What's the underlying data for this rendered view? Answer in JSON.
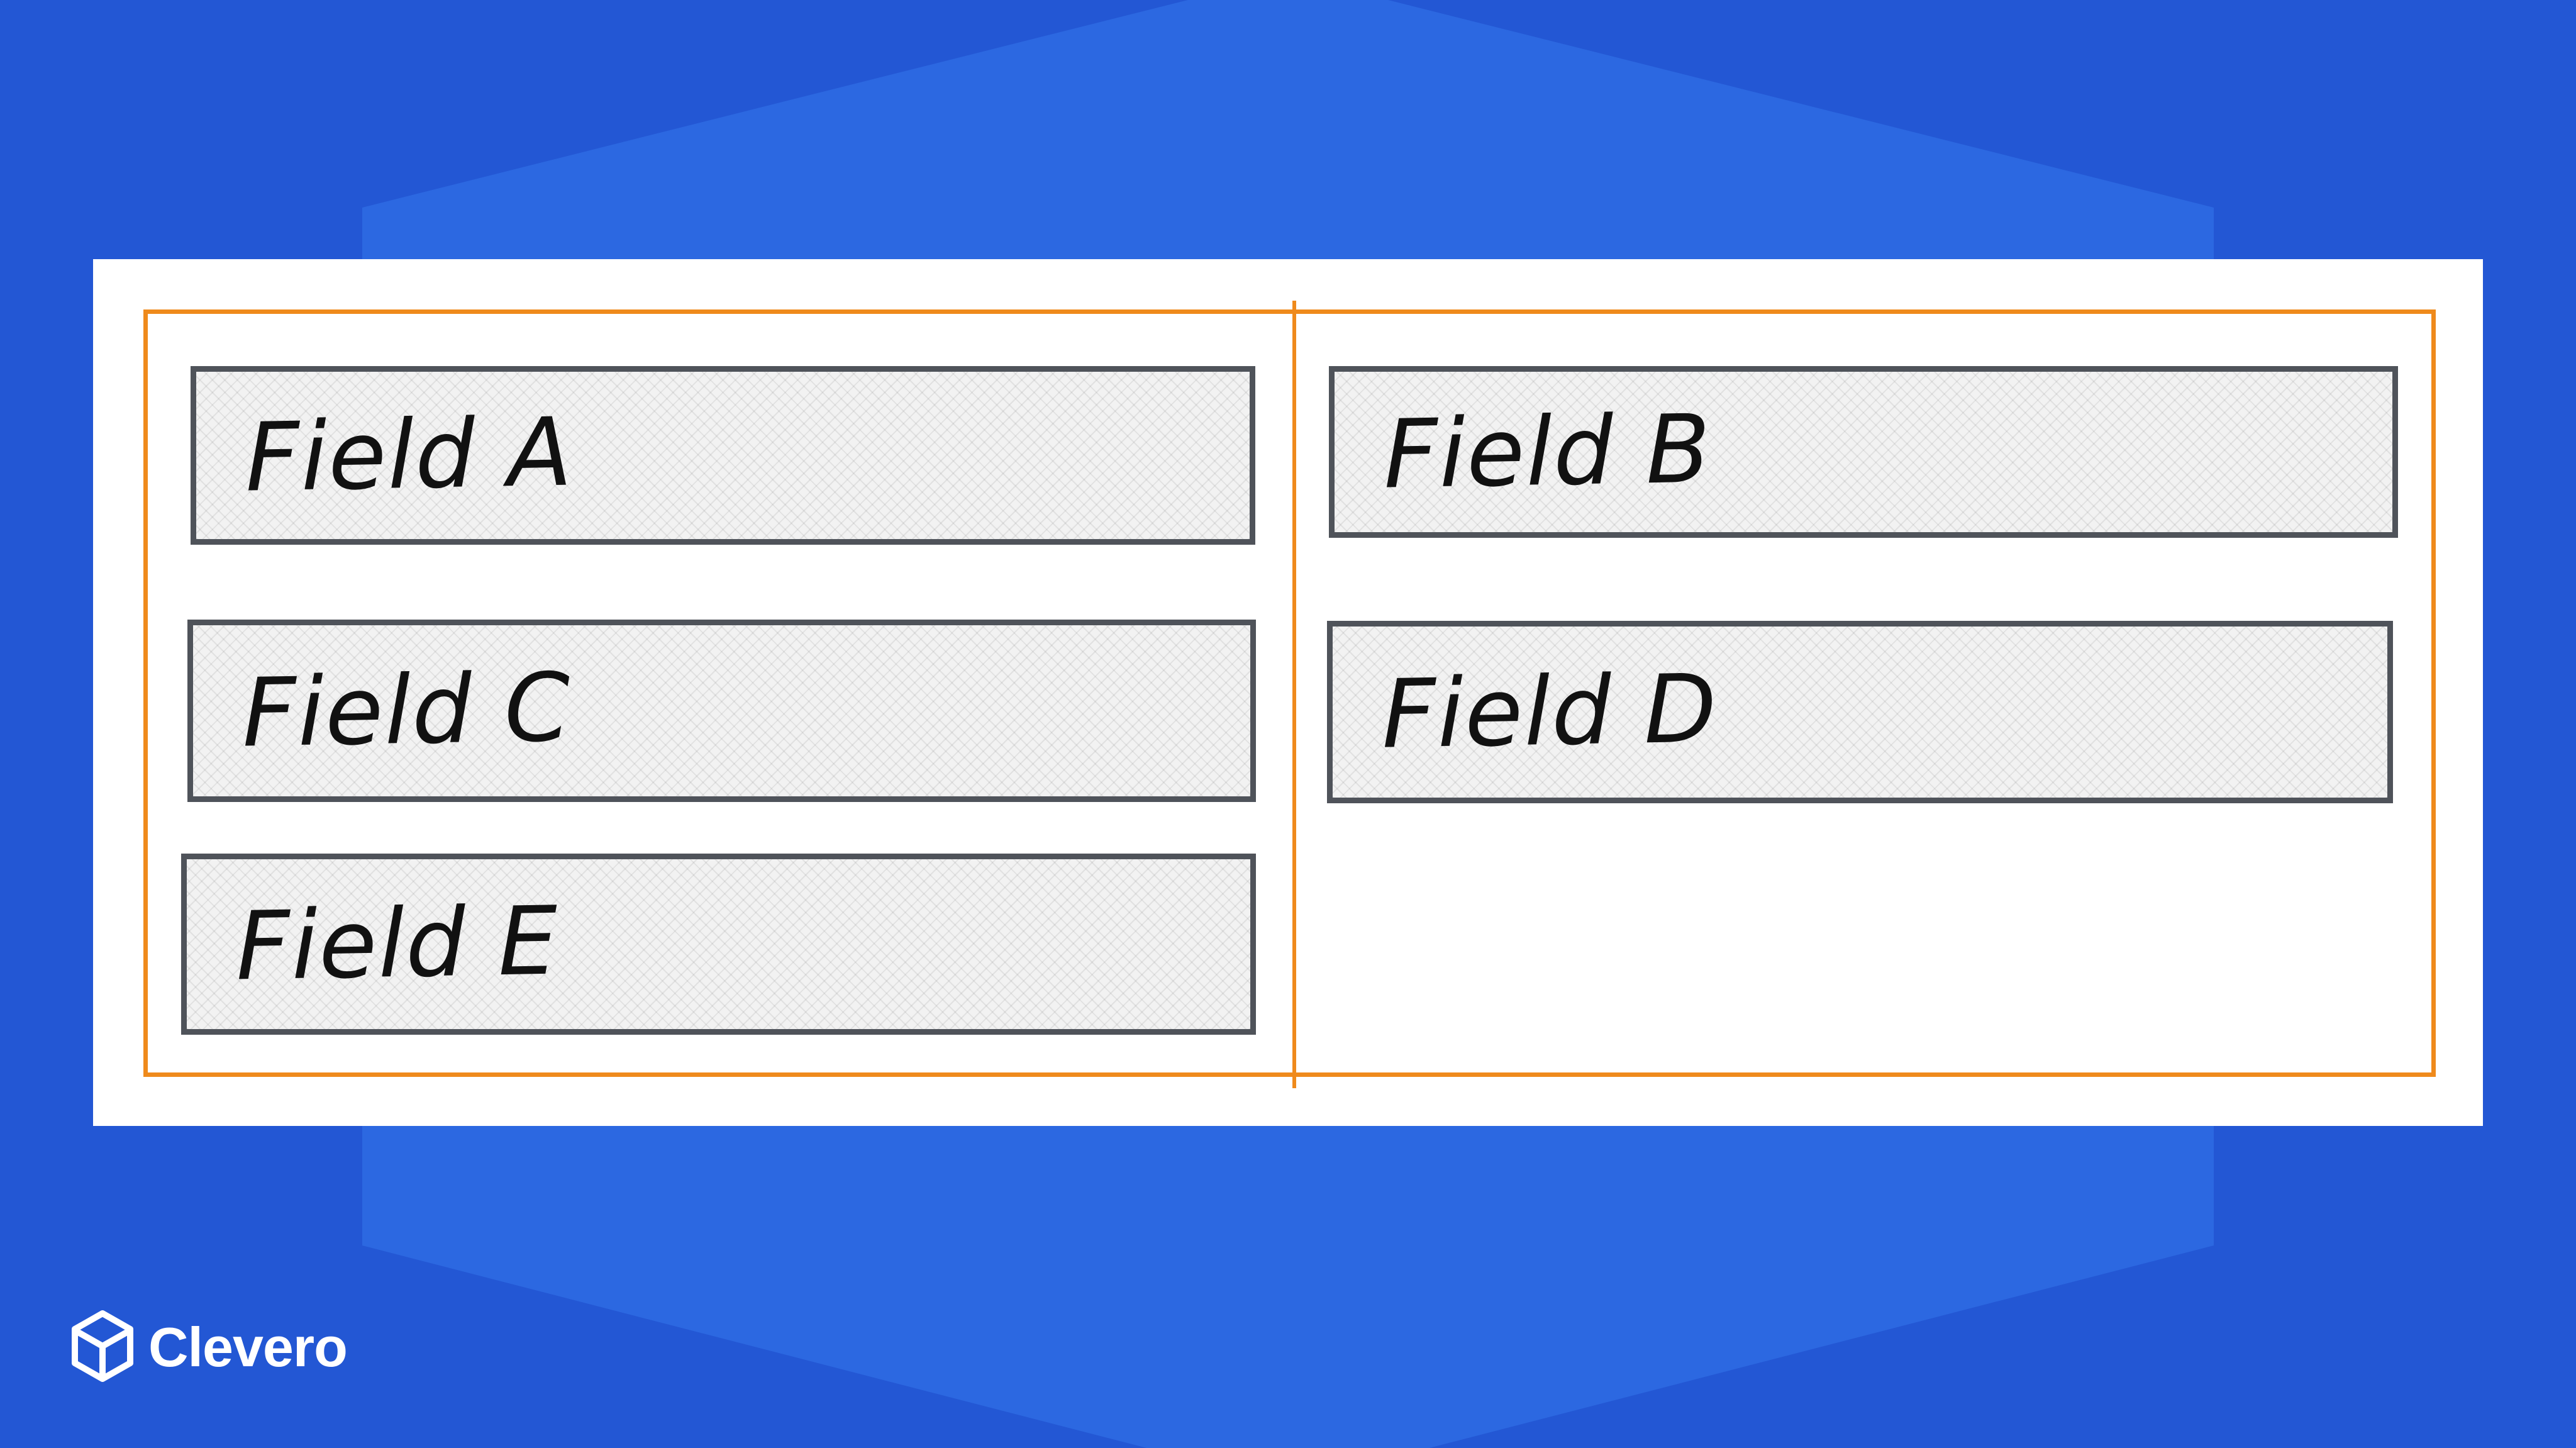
{
  "colors": {
    "background": "#2357d4",
    "panel": "#ffffff",
    "frame_border": "#ef8a1c",
    "field_border": "#4f535a"
  },
  "fields": [
    {
      "label": "Field A"
    },
    {
      "label": "Field B"
    },
    {
      "label": "Field C"
    },
    {
      "label": "Field D"
    },
    {
      "label": "Field E"
    }
  ],
  "brand": {
    "name": "Clevero",
    "icon": "cube-logo-icon"
  }
}
